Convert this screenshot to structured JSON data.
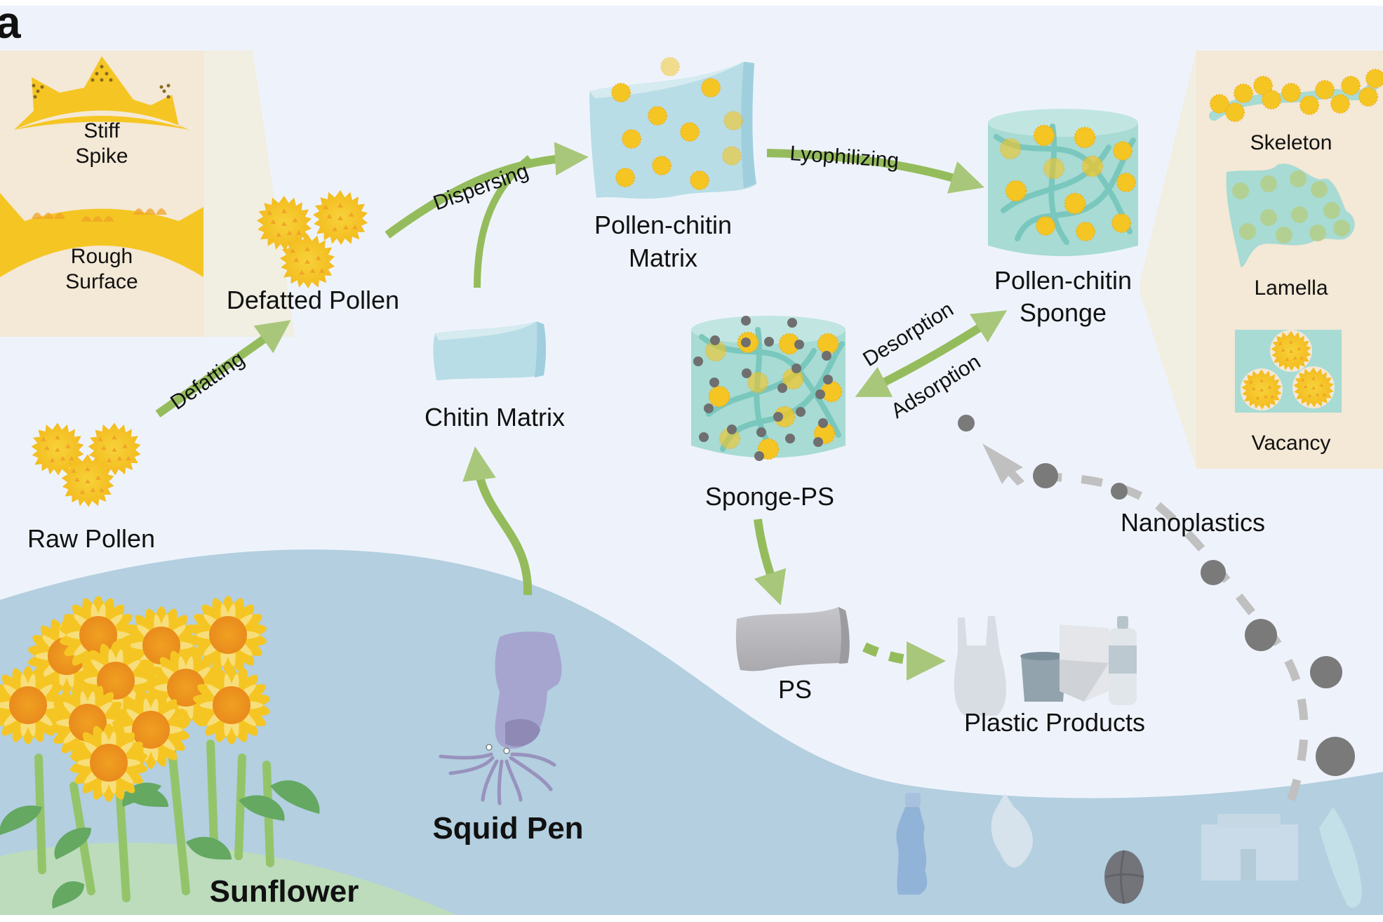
{
  "figure": {
    "panel_label": "a",
    "colors": {
      "background": "#eef3fb",
      "water": "#b3cfe0",
      "grass": "#bcdcbc",
      "inset": "#f4e8d6",
      "arrow_green": "#95bc5c",
      "pollen_yellow": "#f5c623",
      "pollen_orange": "#f2a51f",
      "chitin_blue": "#b8dde6",
      "sponge_teal": "#9ed6cf",
      "nanoplastic_gray": "#7a7a7a",
      "ps_gray": "#b4b4b8"
    }
  },
  "inset_left": {
    "items": [
      {
        "label_line1": "Stiff",
        "label_line2": "Spike"
      },
      {
        "label_line1": "Rough",
        "label_line2": "Surface"
      }
    ]
  },
  "inset_right": {
    "items": [
      {
        "label": "Skeleton"
      },
      {
        "label": "Lamella"
      },
      {
        "label": "Vacancy"
      }
    ]
  },
  "nodes": {
    "raw_pollen": "Raw Pollen",
    "defatted_pollen": "Defatted Pollen",
    "pollen_chitin_matrix_line1": "Pollen-chitin",
    "pollen_chitin_matrix_line2": "Matrix",
    "pollen_chitin_sponge_line1": "Pollen-chitin",
    "pollen_chitin_sponge_line2": "Sponge",
    "chitin_matrix": "Chitin Matrix",
    "sponge_ps": "Sponge-PS",
    "ps": "PS",
    "plastic_products": "Plastic Products",
    "nanoplastics": "Nanoplastics",
    "squid_pen": "Squid Pen",
    "sunflower": "Sunflower"
  },
  "processes": {
    "defatting": "Defatting",
    "dispersing": "Dispersing",
    "lyophilizing": "Lyophilizing",
    "desorption": "Desorption",
    "adsorption": "Adsorption"
  }
}
